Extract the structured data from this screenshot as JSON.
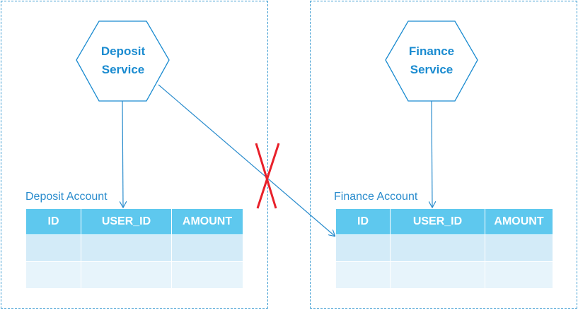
{
  "services": {
    "deposit": {
      "line1": "Deposit",
      "line2": "Service"
    },
    "finance": {
      "line1": "Finance",
      "line2": "Service"
    }
  },
  "tables": {
    "deposit": {
      "title": "Deposit Account",
      "columns": [
        "ID",
        "USER_ID",
        "AMOUNT"
      ],
      "rows": [
        [
          "",
          "",
          ""
        ],
        [
          "",
          "",
          ""
        ]
      ]
    },
    "finance": {
      "title": "Finance Account",
      "columns": [
        "ID",
        "USER_ID",
        "AMOUNT"
      ],
      "rows": [
        [
          "",
          "",
          ""
        ],
        [
          "",
          "",
          ""
        ]
      ]
    }
  },
  "colors": {
    "accent": "#1a8bd0",
    "header_fill": "#5ec8ee",
    "row_fill_1": "#d3ebf8",
    "row_fill_2": "#e7f4fb",
    "forbidden_mark": "#e8202a"
  }
}
